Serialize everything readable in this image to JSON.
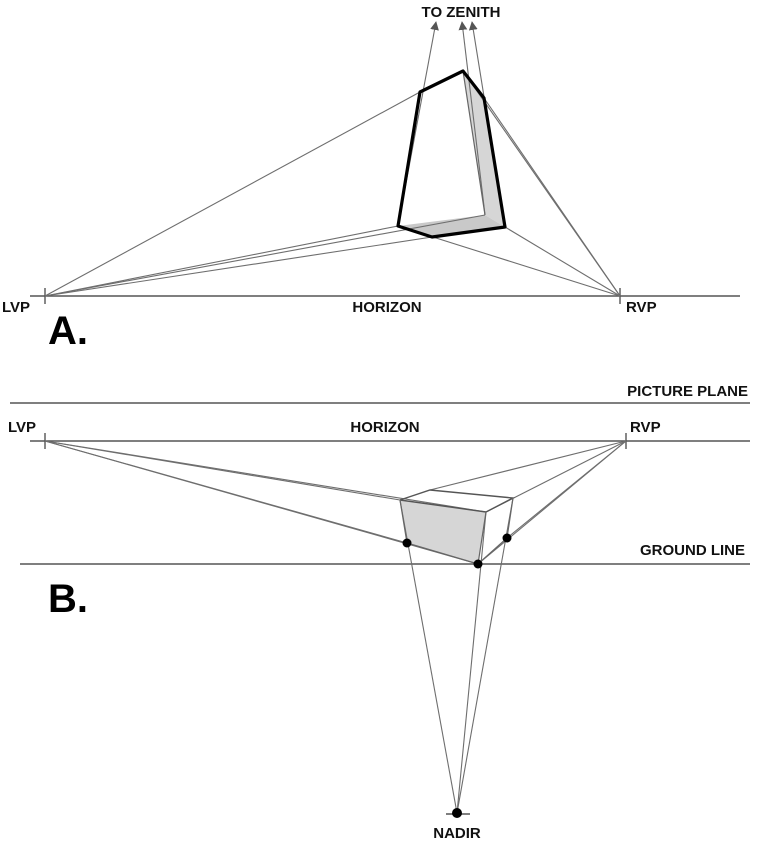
{
  "diagram": {
    "panel_a": {
      "letter": "A.",
      "zenith_label": "TO ZENITH",
      "horizon_label": "HORIZON",
      "left_vp_label": "LVP",
      "right_vp_label": "RVP"
    },
    "panel_b": {
      "letter": "B.",
      "picture_plane_label": "PICTURE PLANE",
      "horizon_label": "HORIZON",
      "left_vp_label": "LVP",
      "right_vp_label": "RVP",
      "ground_line_label": "GROUND LINE",
      "nadir_label": "NADIR"
    },
    "colors": {
      "construction_line": "#6e6e6e",
      "box_edge": "#000000",
      "shaded_face": "#d6d6d6"
    }
  }
}
